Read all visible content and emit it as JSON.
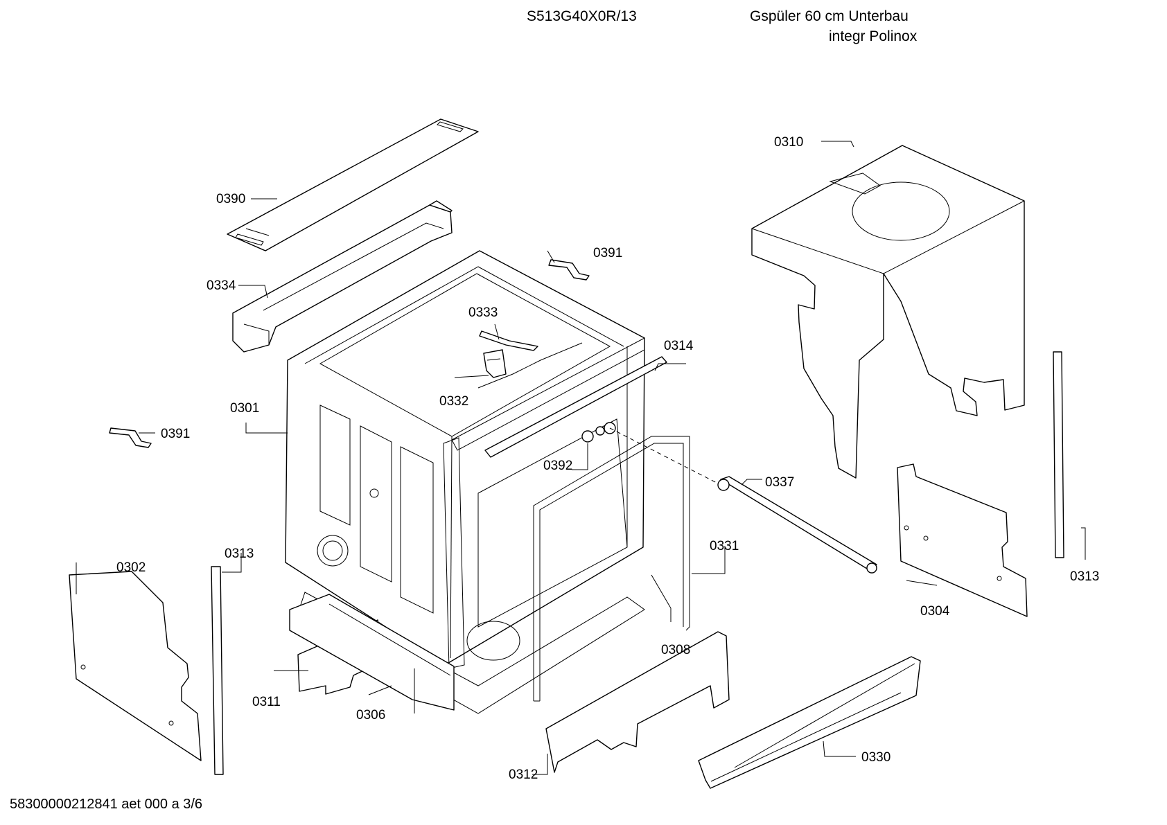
{
  "header": {
    "model": "S513G40X0R/13",
    "description_line1": "Gspüler 60 cm Unterbau",
    "description_line2": "integr Polinox"
  },
  "footer": {
    "document_code": "58300000212841 aet 000 a 3/6"
  },
  "part_labels": {
    "p0390": "0390",
    "p0334": "0334",
    "p0391a": "0391",
    "p0391b": "0391",
    "p0333": "0333",
    "p0332": "0332",
    "p0314": "0314",
    "p0301": "0301",
    "p0392": "0392",
    "p0337": "0337",
    "p0310": "0310",
    "p0302": "0302",
    "p0313a": "0313",
    "p0313b": "0313",
    "p0331": "0331",
    "p0304": "0304",
    "p0308": "0308",
    "p0311": "0311",
    "p0306": "0306",
    "p0312": "0312",
    "p0330": "0330"
  }
}
